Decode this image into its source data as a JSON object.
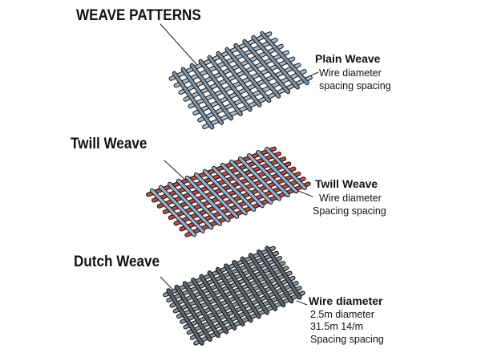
{
  "title": "WEAVE PATTERNS",
  "plain": {
    "label": "Plain Weave",
    "line1": "Wire diameter",
    "line2": "spacing spacing",
    "colors": [
      "#7f95a8",
      "#a9bccb"
    ]
  },
  "twill": {
    "heading": "Twill Weave",
    "label": "Twill Weave",
    "line1": "Wire diameter",
    "line2": "Spacing spacing",
    "colors": [
      "#c8483a",
      "#8fb0d0"
    ]
  },
  "dutch": {
    "heading": "Dutch Weave",
    "label": "Wire diameter",
    "line1": "2.5m diameter",
    "line2": "31.5m 14/m",
    "line3": "Spacing spacing",
    "colors": [
      "#5d6670",
      "#8a939c"
    ]
  }
}
